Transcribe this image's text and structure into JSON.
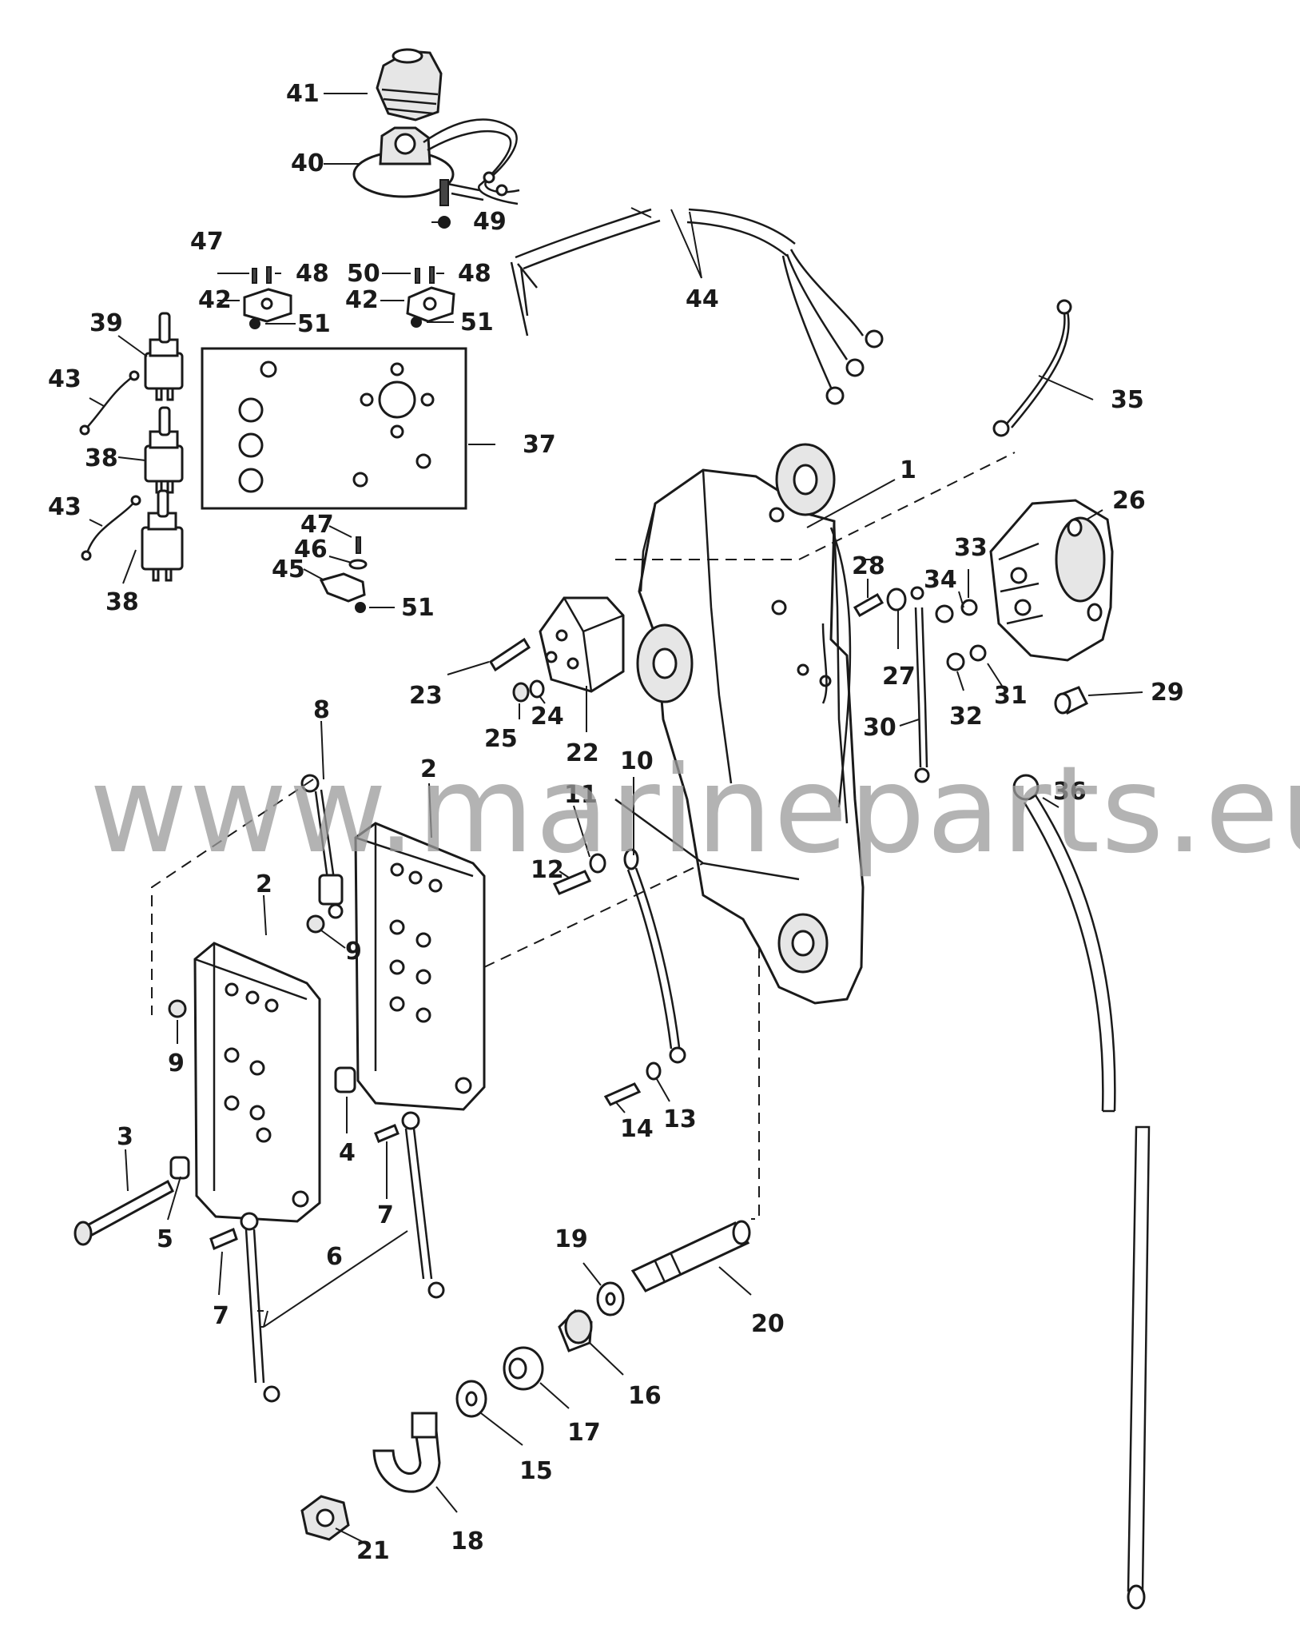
{
  "watermark": "www.marineparts.eu",
  "labels": [
    {
      "id": "41",
      "text": "41"
    },
    {
      "id": "40",
      "text": "40"
    },
    {
      "id": "49",
      "text": "49"
    },
    {
      "id": "47a",
      "text": "47"
    },
    {
      "id": "48a",
      "text": "48"
    },
    {
      "id": "42a",
      "text": "42"
    },
    {
      "id": "51a",
      "text": "51"
    },
    {
      "id": "50",
      "text": "50"
    },
    {
      "id": "48b",
      "text": "48"
    },
    {
      "id": "42b",
      "text": "42"
    },
    {
      "id": "51b",
      "text": "51"
    },
    {
      "id": "39",
      "text": "39"
    },
    {
      "id": "43a",
      "text": "43"
    },
    {
      "id": "38a",
      "text": "38"
    },
    {
      "id": "43b",
      "text": "43"
    },
    {
      "id": "38b",
      "text": "38"
    },
    {
      "id": "37",
      "text": "37"
    },
    {
      "id": "47b",
      "text": "47"
    },
    {
      "id": "46",
      "text": "46"
    },
    {
      "id": "45",
      "text": "45"
    },
    {
      "id": "51c",
      "text": "51"
    },
    {
      "id": "44",
      "text": "44"
    },
    {
      "id": "35",
      "text": "35"
    },
    {
      "id": "1",
      "text": "1"
    },
    {
      "id": "26",
      "text": "26"
    },
    {
      "id": "28",
      "text": "28"
    },
    {
      "id": "34",
      "text": "34"
    },
    {
      "id": "33",
      "text": "33"
    },
    {
      "id": "27",
      "text": "27"
    },
    {
      "id": "31",
      "text": "31"
    },
    {
      "id": "32",
      "text": "32"
    },
    {
      "id": "29",
      "text": "29"
    },
    {
      "id": "30",
      "text": "30"
    },
    {
      "id": "23",
      "text": "23"
    },
    {
      "id": "24",
      "text": "24"
    },
    {
      "id": "25",
      "text": "25"
    },
    {
      "id": "22",
      "text": "22"
    },
    {
      "id": "8",
      "text": "8"
    },
    {
      "id": "2a",
      "text": "2"
    },
    {
      "id": "2b",
      "text": "2"
    },
    {
      "id": "10",
      "text": "10"
    },
    {
      "id": "11",
      "text": "11"
    },
    {
      "id": "12",
      "text": "12"
    },
    {
      "id": "36",
      "text": "36"
    },
    {
      "id": "9a",
      "text": "9"
    },
    {
      "id": "9b",
      "text": "9"
    },
    {
      "id": "3",
      "text": "3"
    },
    {
      "id": "4",
      "text": "4"
    },
    {
      "id": "5",
      "text": "5"
    },
    {
      "id": "7a",
      "text": "7"
    },
    {
      "id": "7b",
      "text": "7"
    },
    {
      "id": "6",
      "text": "6"
    },
    {
      "id": "13",
      "text": "13"
    },
    {
      "id": "14",
      "text": "14"
    },
    {
      "id": "19",
      "text": "19"
    },
    {
      "id": "20",
      "text": "20"
    },
    {
      "id": "16",
      "text": "16"
    },
    {
      "id": "17",
      "text": "17"
    },
    {
      "id": "15",
      "text": "15"
    },
    {
      "id": "18",
      "text": "18"
    },
    {
      "id": "21",
      "text": "21"
    }
  ]
}
